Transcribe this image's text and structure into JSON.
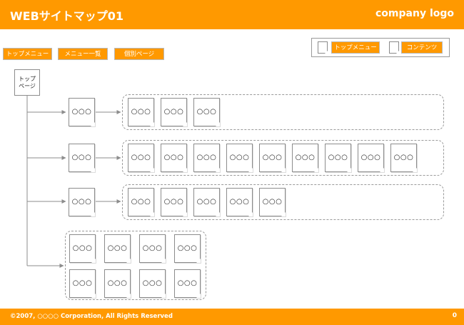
{
  "header": {
    "title": "WEBサイトマップ01",
    "logo": "company logo"
  },
  "nav_tags": [
    "トップメニュー",
    "メニュー一覧",
    "個別ページ"
  ],
  "legend": {
    "items": [
      "トップメニュー",
      "コンテンツ"
    ]
  },
  "sitemap": {
    "top_page": "トップ\nページ",
    "node_label": "○○○",
    "rows": [
      {
        "name": "row-1",
        "child_count": 3
      },
      {
        "name": "row-2",
        "child_count": 9
      },
      {
        "name": "row-3",
        "child_count": 5
      }
    ],
    "bottom_group": {
      "rows": 2,
      "cols": 4
    }
  },
  "footer": {
    "copyright": "©2007, ○○○○ Corporation, All Rights Reserved",
    "page_number": "0"
  },
  "colors": {
    "accent": "#ff9900",
    "border": "#8c8c8c",
    "connector": "#8c8c8c"
  }
}
